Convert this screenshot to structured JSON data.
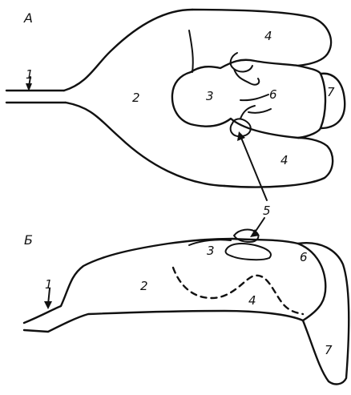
{
  "panels": {
    "top": {
      "label": "A"
    },
    "bottom": {
      "label": "Б"
    }
  },
  "labels": {
    "n1": "1",
    "n2": "2",
    "n3": "3",
    "n4": "4",
    "n5": "5",
    "n6": "6",
    "n7": "7"
  }
}
